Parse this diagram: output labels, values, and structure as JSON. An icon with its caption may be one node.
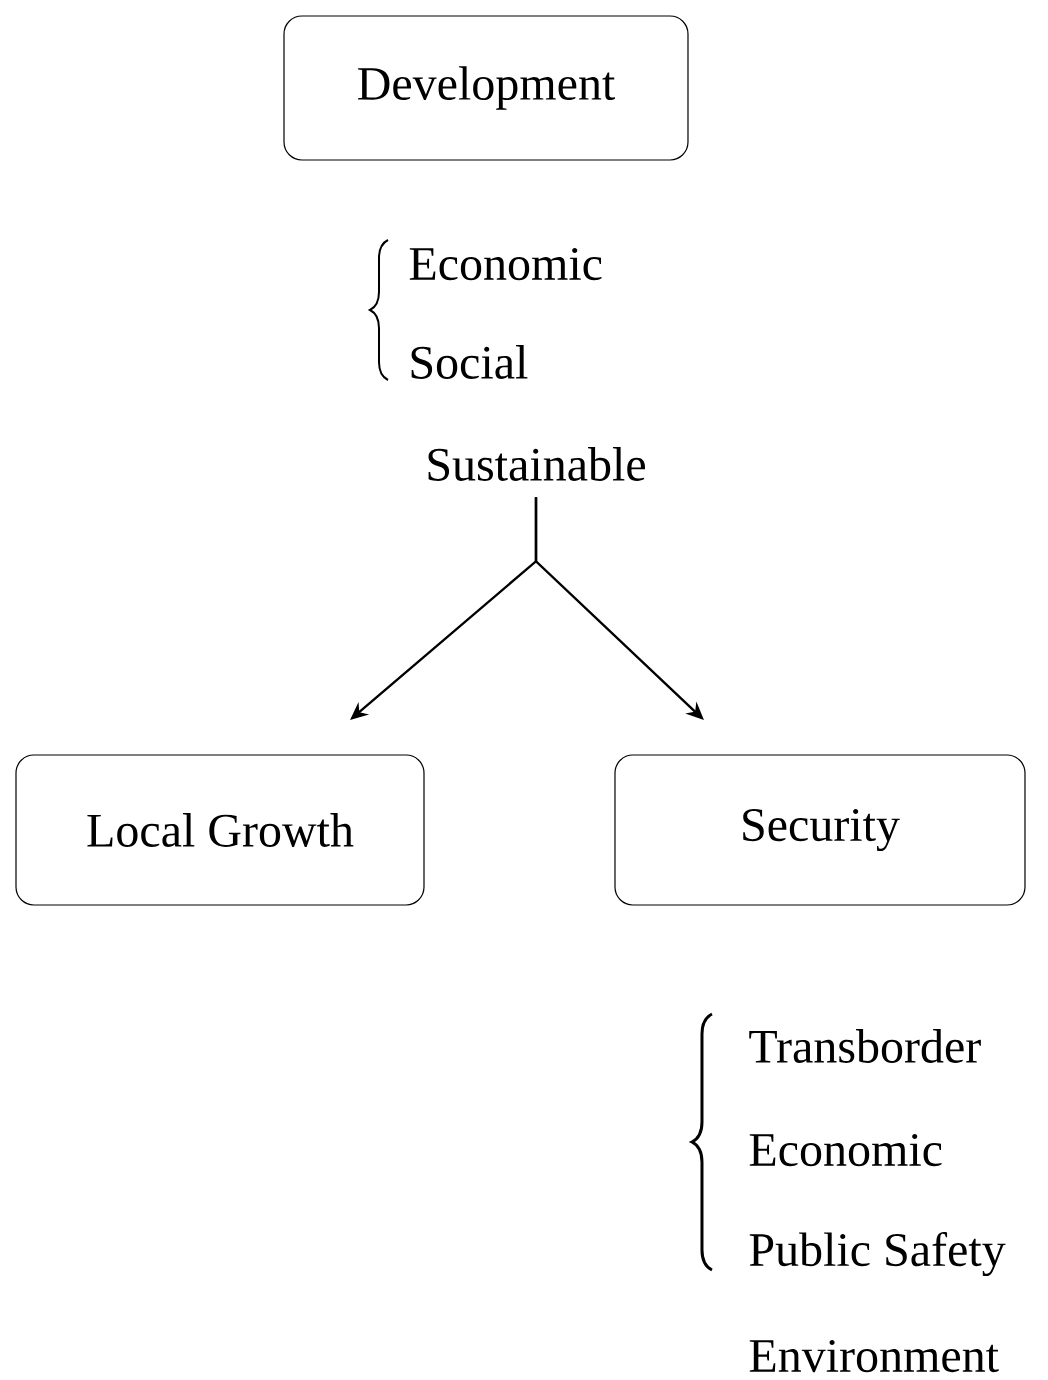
{
  "diagram": {
    "nodes": [
      {
        "text": [
          "Development"
        ]
      },
      {
        "text": [
          "Sustainable"
        ]
      },
      {
        "text": [
          "Local Growth"
        ]
      },
      {
        "text": [
          "Security"
        ]
      }
    ],
    "edges": [
      {
        "from": 1,
        "to": 2,
        "arrow": "to"
      },
      {
        "from": 1,
        "to": 3,
        "arrow": "to"
      }
    ],
    "labels": [
      "Economic",
      "Social",
      "Transborder",
      "Economic",
      "Public Safety",
      "Environment"
    ]
  }
}
